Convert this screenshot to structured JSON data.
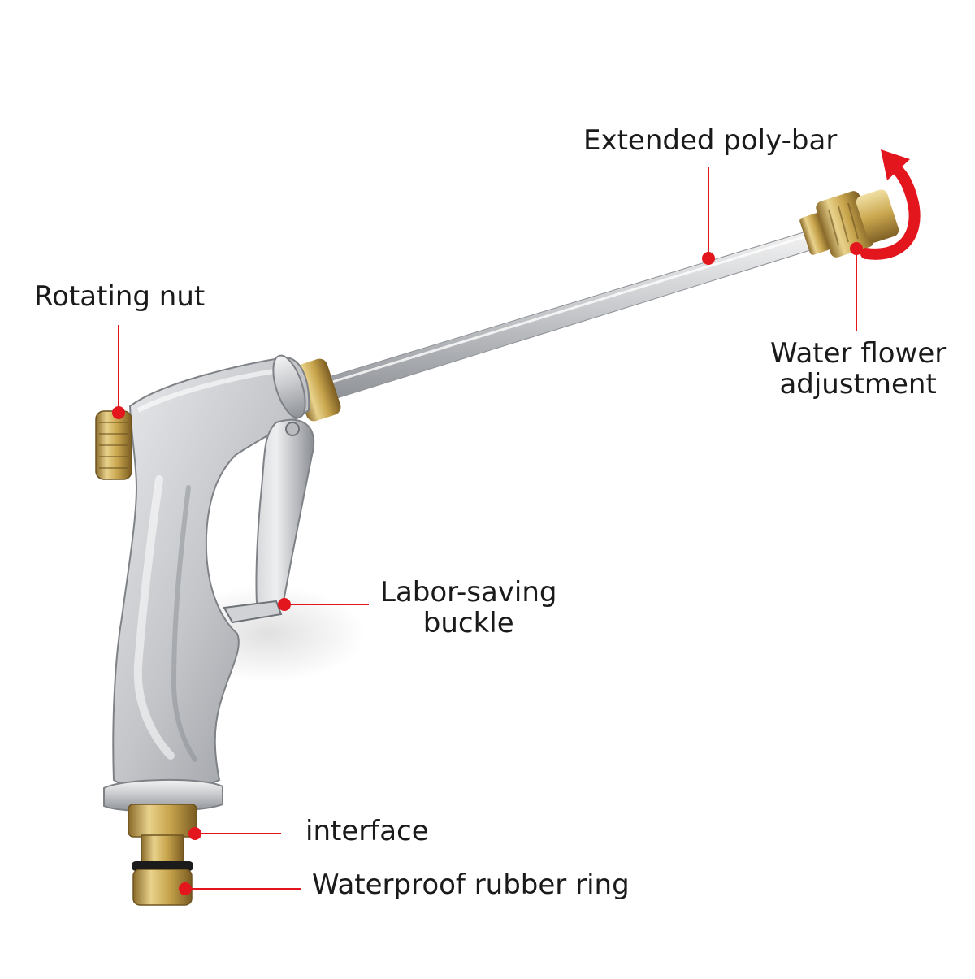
{
  "labels": {
    "extended_poly_bar": "Extended poly-bar",
    "rotating_nut": "Rotating nut",
    "water_flower_line1": "Water flower",
    "water_flower_line2": "adjustment",
    "labor_saving_line1": "Labor-saving",
    "labor_saving_line2": "buckle",
    "interface": "interface",
    "waterproof_rubber_ring": "Waterproof rubber ring"
  },
  "colors": {
    "callout": "#e3161e",
    "metal": "#c7c9cc",
    "brass": "#c9a64e",
    "rotate_arrow": "#e3161e"
  }
}
